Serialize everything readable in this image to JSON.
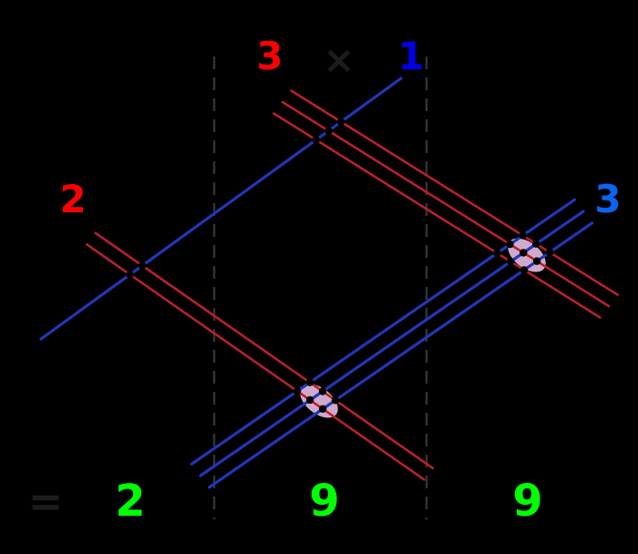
{
  "colors": {
    "background": "#000000",
    "red_line": "#b8202e",
    "blue_line": "#2236b8",
    "red_digit": "#ff0000",
    "blue_digit_1": "#0000e8",
    "blue_digit_3": "#0a64f0",
    "green_digit": "#00ff00",
    "operator": "#1c1c1c",
    "divider": "#333333",
    "dot": "#000000",
    "highlight": "#f4c8ee"
  },
  "labels": {
    "red_tens": "3",
    "red_ones": "2",
    "times_sign": "×",
    "blue_tens": "1",
    "blue_ones": "3",
    "equals_sign": "=",
    "result_hundreds": "2",
    "result_tens": "9",
    "result_ones": "9"
  },
  "line_groups": {
    "red_tens_count": 3,
    "red_ones_count": 2,
    "blue_tens_count": 1,
    "blue_ones_count": 3
  }
}
